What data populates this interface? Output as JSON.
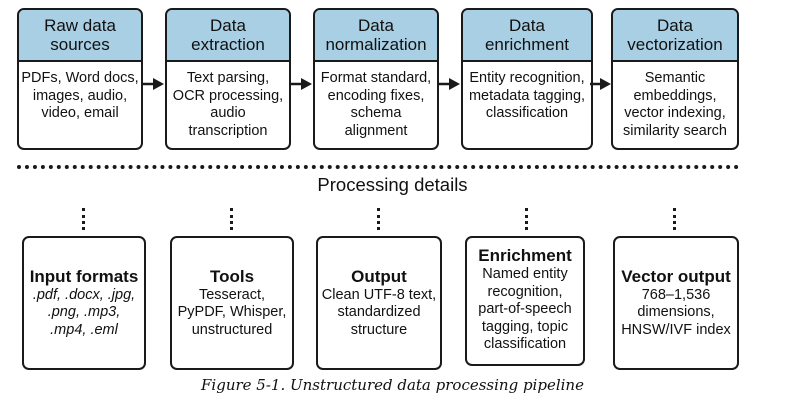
{
  "stages": [
    {
      "title": [
        "Raw data",
        "sources"
      ],
      "body": [
        "PDFs, Word docs,",
        "images, audio,",
        "video, email"
      ]
    },
    {
      "title": [
        "Data",
        "extraction"
      ],
      "body": [
        "Text parsing,",
        "OCR processing,",
        "audio",
        "transcription"
      ]
    },
    {
      "title": [
        "Data",
        "normalization"
      ],
      "body": [
        "Format standard,",
        "encoding fixes,",
        "schema",
        "alignment"
      ]
    },
    {
      "title": [
        "Data",
        "enrichment"
      ],
      "body": [
        "Entity recognition,",
        "metadata tagging,",
        "classification"
      ]
    },
    {
      "title": [
        "Data",
        "vectorization"
      ],
      "body": [
        "Semantic",
        "embeddings,",
        "vector indexing,",
        "similarity search"
      ]
    }
  ],
  "section_title": "Processing details",
  "details": [
    {
      "title": "Input formats",
      "lines": [
        ".pdf, .docx, .jpg,",
        ".png, .mp3,",
        ".mp4, .eml"
      ],
      "italic": true
    },
    {
      "title": "Tools",
      "lines": [
        "Tesseract,",
        "PyPDF, Whisper,",
        "unstructured"
      ],
      "italic": false
    },
    {
      "title": "Output",
      "lines": [
        "Clean UTF-8 text,",
        "standardized",
        "structure"
      ],
      "italic": false
    },
    {
      "title": "Enrichment",
      "lines": [
        "Named entity",
        "recognition,",
        "part-of-speech",
        "tagging, topic",
        "classification"
      ],
      "italic": false
    },
    {
      "title": "Vector output",
      "lines": [
        "768–1,536",
        "dimensions,",
        "HNSW/IVF index"
      ],
      "italic": false
    }
  ],
  "caption": "Figure 5-1. Unstructured data processing pipeline"
}
